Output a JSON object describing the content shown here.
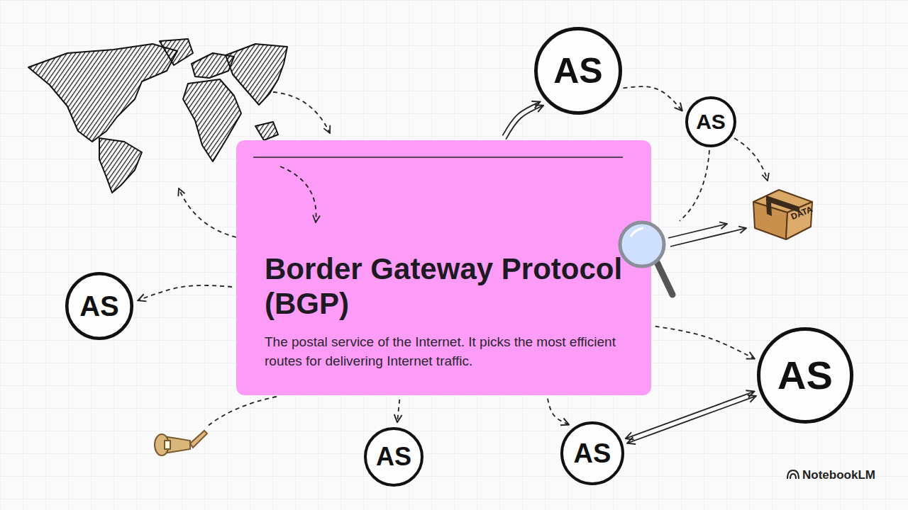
{
  "diagram": {
    "nodes": [
      {
        "text": [
          "AS"
        ]
      },
      {
        "text": [
          "AS"
        ]
      },
      {
        "text": [
          "Border Gateway Protocol (BGP)",
          "The postal service of the Internet. It picks the most efficient routes for delivering Internet traffic."
        ]
      },
      {
        "text": [
          "AS"
        ]
      },
      {
        "text": [
          "AS"
        ]
      },
      {
        "text": [
          "AS"
        ]
      },
      {
        "text": [
          "AS"
        ]
      }
    ],
    "edges": [
      {
        "from": 2,
        "to": 0,
        "arrow": "to"
      },
      {
        "from": 0,
        "to": 1,
        "arrow": "to"
      },
      {
        "from": 2,
        "to": 3,
        "arrow": "to"
      },
      {
        "from": 2,
        "to": 4,
        "arrow": "to"
      },
      {
        "from": 2,
        "to": 5,
        "arrow": "to"
      },
      {
        "from": 2,
        "to": 6,
        "arrow": "to"
      },
      {
        "from": 6,
        "to": 4,
        "arrow": "both"
      }
    ],
    "labels": [
      "DATA",
      "NotebookLM"
    ]
  }
}
